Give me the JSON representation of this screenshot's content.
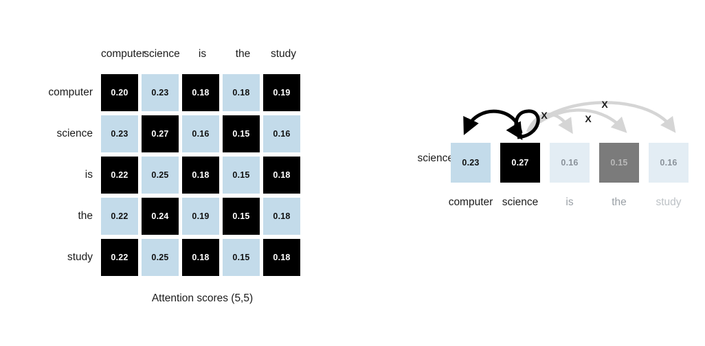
{
  "chart_data": {
    "type": "heatmap",
    "title": "Attention scores (5,5)",
    "tokens": [
      "computer",
      "science",
      "is",
      "the",
      "study"
    ],
    "categories": [
      "computer",
      "science",
      "is",
      "the",
      "study"
    ],
    "rows": [
      "computer",
      "science",
      "is",
      "the",
      "study"
    ],
    "xlabel": "",
    "ylabel": "",
    "grid": false,
    "legend": "none",
    "series": [
      {
        "name": "computer",
        "values": [
          0.2,
          0.23,
          0.18,
          0.18,
          0.19
        ]
      },
      {
        "name": "science",
        "values": [
          0.23,
          0.27,
          0.16,
          0.15,
          0.16
        ]
      },
      {
        "name": "is",
        "values": [
          0.22,
          0.25,
          0.18,
          0.15,
          0.18
        ]
      },
      {
        "name": "the",
        "values": [
          0.22,
          0.24,
          0.19,
          0.15,
          0.18
        ]
      },
      {
        "name": "study",
        "values": [
          0.22,
          0.25,
          0.18,
          0.15,
          0.18
        ]
      }
    ],
    "highlighted_row": "science",
    "highlighted_row_values": [
      0.23,
      0.27,
      0.16,
      0.15,
      0.16
    ]
  },
  "matrix": {
    "caption": "Attention scores (5,5)",
    "column_headers": [
      "computer",
      "science",
      "is",
      "the",
      "study"
    ],
    "row_labels": [
      "computer",
      "science",
      "is",
      "the",
      "study"
    ],
    "cells": [
      [
        {
          "value": "0.20",
          "shade": "dark"
        },
        {
          "value": "0.23",
          "shade": "light"
        },
        {
          "value": "0.18",
          "shade": "dark"
        },
        {
          "value": "0.18",
          "shade": "light"
        },
        {
          "value": "0.19",
          "shade": "dark"
        }
      ],
      [
        {
          "value": "0.23",
          "shade": "light"
        },
        {
          "value": "0.27",
          "shade": "dark"
        },
        {
          "value": "0.16",
          "shade": "light"
        },
        {
          "value": "0.15",
          "shade": "dark"
        },
        {
          "value": "0.16",
          "shade": "light"
        }
      ],
      [
        {
          "value": "0.22",
          "shade": "dark"
        },
        {
          "value": "0.25",
          "shade": "light"
        },
        {
          "value": "0.18",
          "shade": "dark"
        },
        {
          "value": "0.15",
          "shade": "light"
        },
        {
          "value": "0.18",
          "shade": "dark"
        }
      ],
      [
        {
          "value": "0.22",
          "shade": "light"
        },
        {
          "value": "0.24",
          "shade": "dark"
        },
        {
          "value": "0.19",
          "shade": "light"
        },
        {
          "value": "0.15",
          "shade": "dark"
        },
        {
          "value": "0.18",
          "shade": "light"
        }
      ],
      [
        {
          "value": "0.22",
          "shade": "dark"
        },
        {
          "value": "0.25",
          "shade": "light"
        },
        {
          "value": "0.18",
          "shade": "dark"
        },
        {
          "value": "0.15",
          "shade": "light"
        },
        {
          "value": "0.18",
          "shade": "dark"
        }
      ]
    ]
  },
  "focus": {
    "row_label": "science",
    "cells": [
      {
        "value": "0.23",
        "bg": "#c3dbea",
        "fg": "#111111",
        "label": "computer",
        "label_color": "#1b1b1b"
      },
      {
        "value": "0.27",
        "bg": "#000000",
        "fg": "#ffffff",
        "label": "science",
        "label_color": "#1b1b1b"
      },
      {
        "value": "0.16",
        "bg": "#e3edf4",
        "fg": "#8a929a",
        "label": "is",
        "label_color": "#9aa0a6"
      },
      {
        "value": "0.15",
        "bg": "#7b7b7b",
        "fg": "#b9b9b9",
        "label": "the",
        "label_color": "#9aa0a6"
      },
      {
        "value": "0.16",
        "bg": "#e3edf4",
        "fg": "#8a929a",
        "label": "study",
        "label_color": "#bdc2c6"
      }
    ],
    "x_markers": [
      "X",
      "X",
      "X"
    ]
  },
  "colors": {
    "dark_cell": "#000000",
    "light_cell": "#c3dbea",
    "pale_cell": "#e3edf4",
    "gray_cell": "#7b7b7b",
    "dark_arrow": "#000000",
    "light_arrow": "#d5d5d5",
    "text": "#1b1b1b",
    "muted_text": "#9aa0a6",
    "background": "#ffffff"
  }
}
